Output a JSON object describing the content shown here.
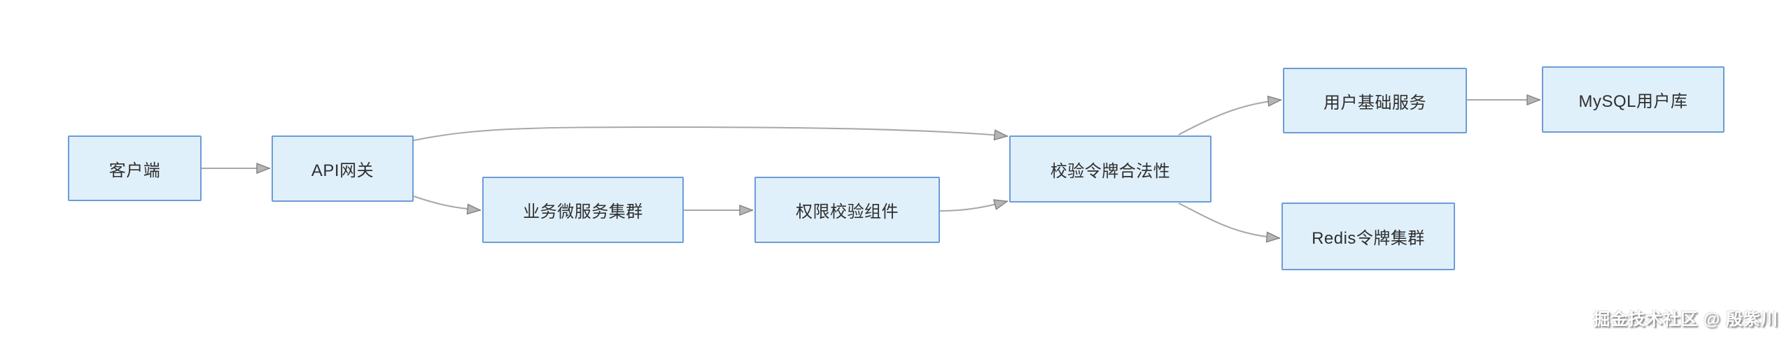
{
  "diagram": {
    "type": "flowchart",
    "nodes": [
      {
        "id": "client",
        "label": "客户端"
      },
      {
        "id": "api-gateway",
        "label": "API网关"
      },
      {
        "id": "biz-microservices",
        "label": "业务微服务集群"
      },
      {
        "id": "auth-check",
        "label": "权限校验组件"
      },
      {
        "id": "verify-token",
        "label": "校验令牌合法性"
      },
      {
        "id": "user-base-service",
        "label": "用户基础服务"
      },
      {
        "id": "mysql-user-db",
        "label": "MySQL用户库"
      },
      {
        "id": "redis-token-cluster",
        "label": "Redis令牌集群"
      }
    ],
    "edges": [
      {
        "from": "client",
        "to": "api-gateway"
      },
      {
        "from": "api-gateway",
        "to": "verify-token"
      },
      {
        "from": "api-gateway",
        "to": "biz-microservices"
      },
      {
        "from": "biz-microservices",
        "to": "auth-check"
      },
      {
        "from": "auth-check",
        "to": "verify-token"
      },
      {
        "from": "verify-token",
        "to": "user-base-service"
      },
      {
        "from": "verify-token",
        "to": "redis-token-cluster"
      },
      {
        "from": "user-base-service",
        "to": "mysql-user-db"
      }
    ],
    "colors": {
      "node_fill": "#e0f0fb",
      "node_border": "#6c9cd6",
      "edge": "#a8a8a8",
      "text": "#2f2f2f",
      "background": "#ffffff"
    }
  },
  "watermark": {
    "text": "掘金技术社区 @ 殷紫川"
  }
}
